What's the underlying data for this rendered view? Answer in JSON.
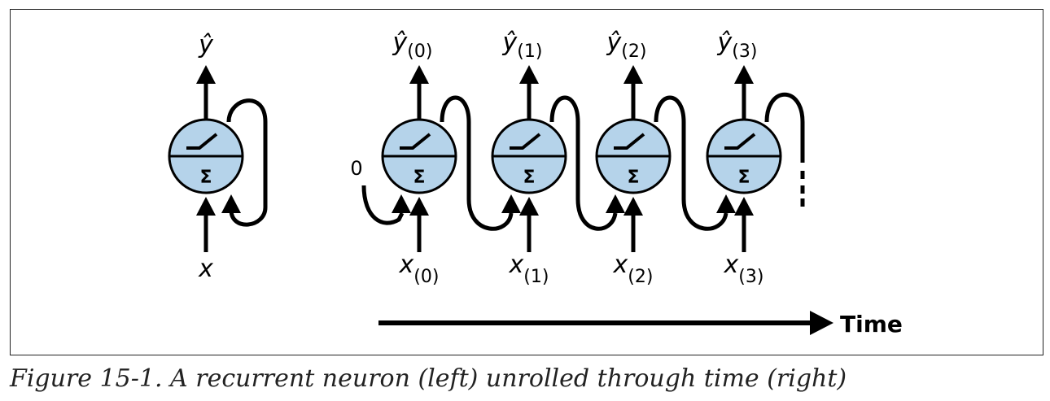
{
  "diagram": {
    "left_neuron": {
      "output_label": "ŷ",
      "input_label": "x"
    },
    "initial_state_label": "0",
    "time_steps": [
      {
        "output_base": "ŷ",
        "output_sub": "(0)",
        "input_base": "x",
        "input_sub": "(0)"
      },
      {
        "output_base": "ŷ",
        "output_sub": "(1)",
        "input_base": "x",
        "input_sub": "(1)"
      },
      {
        "output_base": "ŷ",
        "output_sub": "(2)",
        "input_base": "x",
        "input_sub": "(2)"
      },
      {
        "output_base": "ŷ",
        "output_sub": "(3)",
        "input_base": "x",
        "input_sub": "(3)"
      }
    ],
    "neuron_symbol": "Σ",
    "time_label": "Time",
    "colors": {
      "neuron_fill": "#b5d3ea",
      "stroke": "#000000"
    }
  },
  "caption": "Figure 15-1. A recurrent neuron (left) unrolled through time (right)"
}
